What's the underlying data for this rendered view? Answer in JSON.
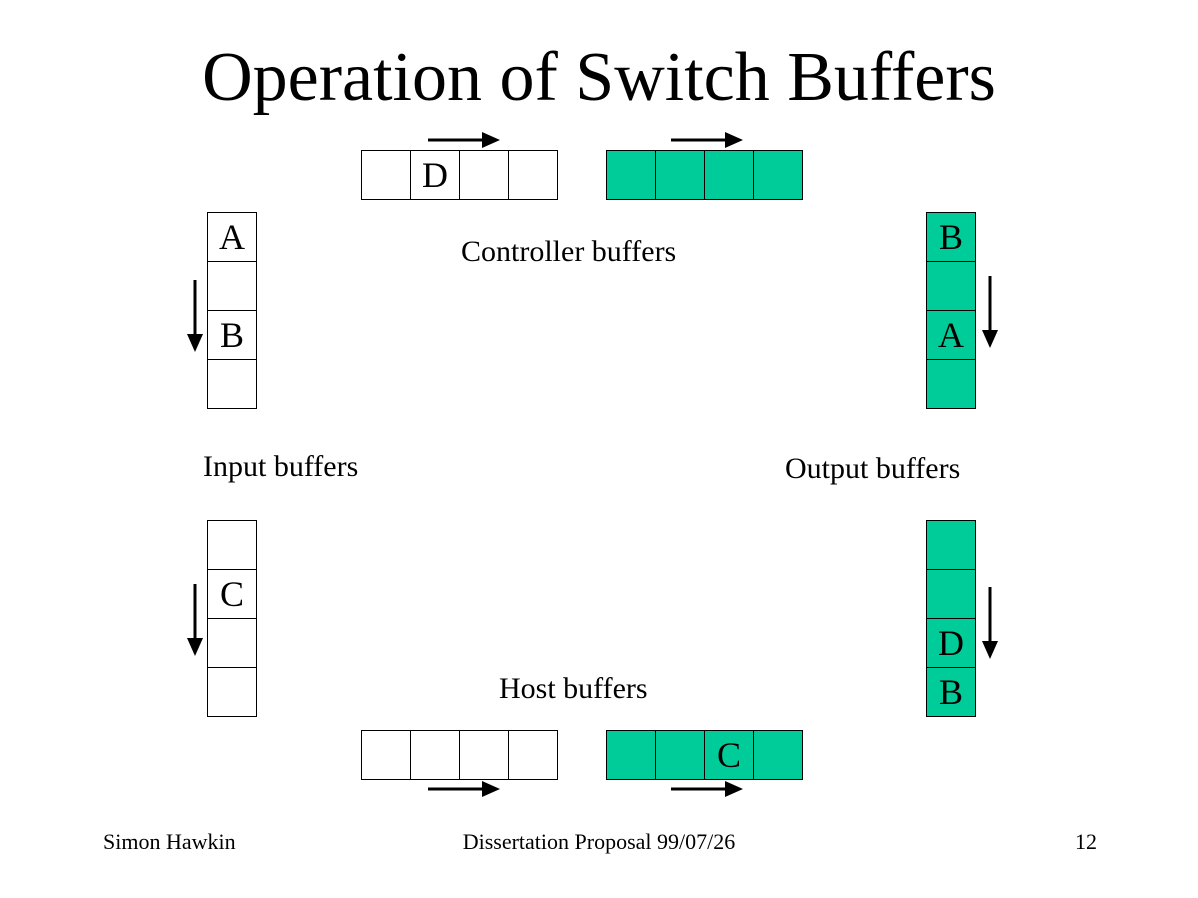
{
  "slide": {
    "title": "Operation of Switch Buffers",
    "accent_color": "#00cc99"
  },
  "labels": {
    "controller": "Controller buffers",
    "input": "Input buffers",
    "output": "Output buffers",
    "host": "Host buffers"
  },
  "footer": {
    "author": "Simon Hawkin",
    "center": "Dissertation Proposal 99/07/26",
    "page": "12"
  },
  "buffers": {
    "controller_in": {
      "cells": [
        "",
        "D",
        "",
        ""
      ],
      "filled": false
    },
    "controller_out": {
      "cells": [
        "",
        "",
        "",
        ""
      ],
      "filled": true
    },
    "input_top": {
      "cells": [
        "A",
        "",
        "B",
        ""
      ],
      "filled": false
    },
    "input_bottom": {
      "cells": [
        "",
        "C",
        "",
        ""
      ],
      "filled": false
    },
    "output_top": {
      "cells": [
        "B",
        "",
        "A",
        ""
      ],
      "filled": true
    },
    "output_bottom": {
      "cells": [
        "",
        "",
        "D",
        "B"
      ],
      "filled": true
    },
    "host_in": {
      "cells": [
        "",
        "",
        "",
        ""
      ],
      "filled": false
    },
    "host_out": {
      "cells": [
        "",
        "",
        "C",
        ""
      ],
      "filled": true
    }
  }
}
